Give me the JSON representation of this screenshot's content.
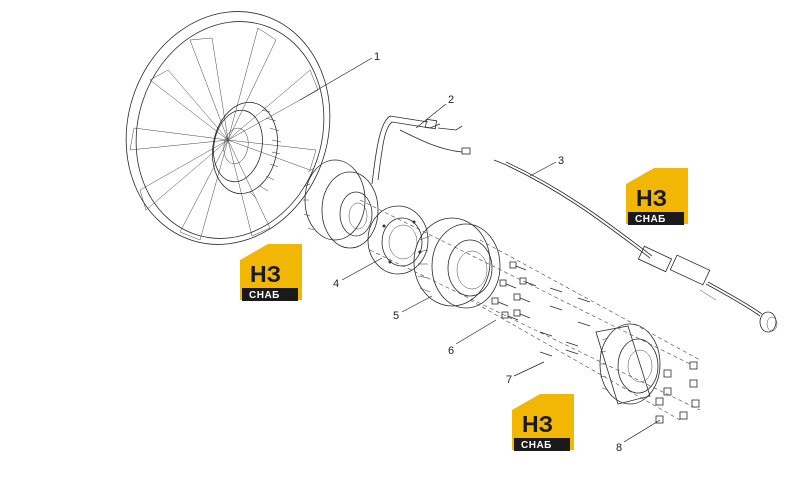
{
  "callouts": [
    {
      "id": "1",
      "label": "1"
    },
    {
      "id": "2",
      "label": "2"
    },
    {
      "id": "3",
      "label": "3"
    },
    {
      "id": "4",
      "label": "4"
    },
    {
      "id": "5",
      "label": "5"
    },
    {
      "id": "6",
      "label": "6"
    },
    {
      "id": "7",
      "label": "7"
    },
    {
      "id": "8",
      "label": "8"
    }
  ],
  "watermark": {
    "line1": "НЗ",
    "line2": "СНАБ",
    "accent_color": "#f2b705",
    "dark_color": "#1a1a1a"
  }
}
